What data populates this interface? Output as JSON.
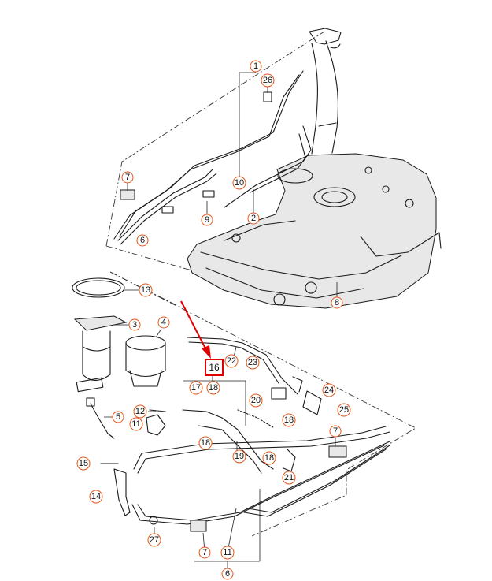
{
  "highlight": {
    "label": "16",
    "color": "#e00000"
  },
  "callout_color": "#e2571b",
  "callouts": {
    "c1_top": "1",
    "c26_top": "26",
    "c7_top": "7",
    "c10": "10",
    "c9": "9",
    "c2": "2",
    "c6_top": "6",
    "c8": "8",
    "c13": "13",
    "c3": "3",
    "c4": "4",
    "c22": "22",
    "c23": "23",
    "c17": "17",
    "c18_a": "18",
    "c20": "20",
    "c24": "24",
    "c25": "25",
    "c18_b": "18",
    "c5": "5",
    "c12": "12",
    "c11_left": "11",
    "c18_c": "18",
    "c19": "19",
    "c18_d": "18",
    "c21": "21",
    "c7_right": "7",
    "c15": "15",
    "c14": "14",
    "c27": "27",
    "c7_bottom": "7",
    "c11_bottom": "11",
    "c6_bottom": "6"
  }
}
